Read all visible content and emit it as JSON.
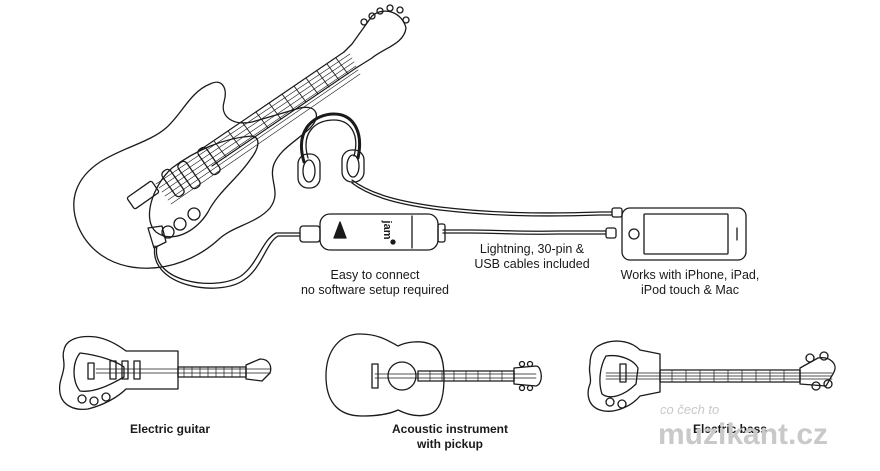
{
  "colors": {
    "ink": "#1a1a1a",
    "background": "#ffffff",
    "watermark": "#c9c9c9"
  },
  "icons": {
    "main_guitar": "electric-guitar-icon",
    "headphones": "headphones-icon",
    "interface": "jam-interface-icon",
    "phone": "iphone-icon",
    "small_electric": "electric-guitar-icon",
    "acoustic": "acoustic-guitar-icon",
    "bass": "electric-bass-icon"
  },
  "device": {
    "label": "jam"
  },
  "captions": {
    "connect": [
      "Easy to connect",
      "no software setup required"
    ],
    "cables": [
      "Lightning, 30-pin &",
      "USB cables included"
    ],
    "works": [
      "Works with iPhone, iPad,",
      "iPod touch & Mac"
    ]
  },
  "instruments": {
    "electric": [
      "Electric guitar"
    ],
    "acoustic": [
      "Acoustic instrument",
      "with pickup"
    ],
    "bass": [
      "Electric bass"
    ]
  },
  "watermark": {
    "line1": "co čech to",
    "line2": "muzikant.cz"
  }
}
